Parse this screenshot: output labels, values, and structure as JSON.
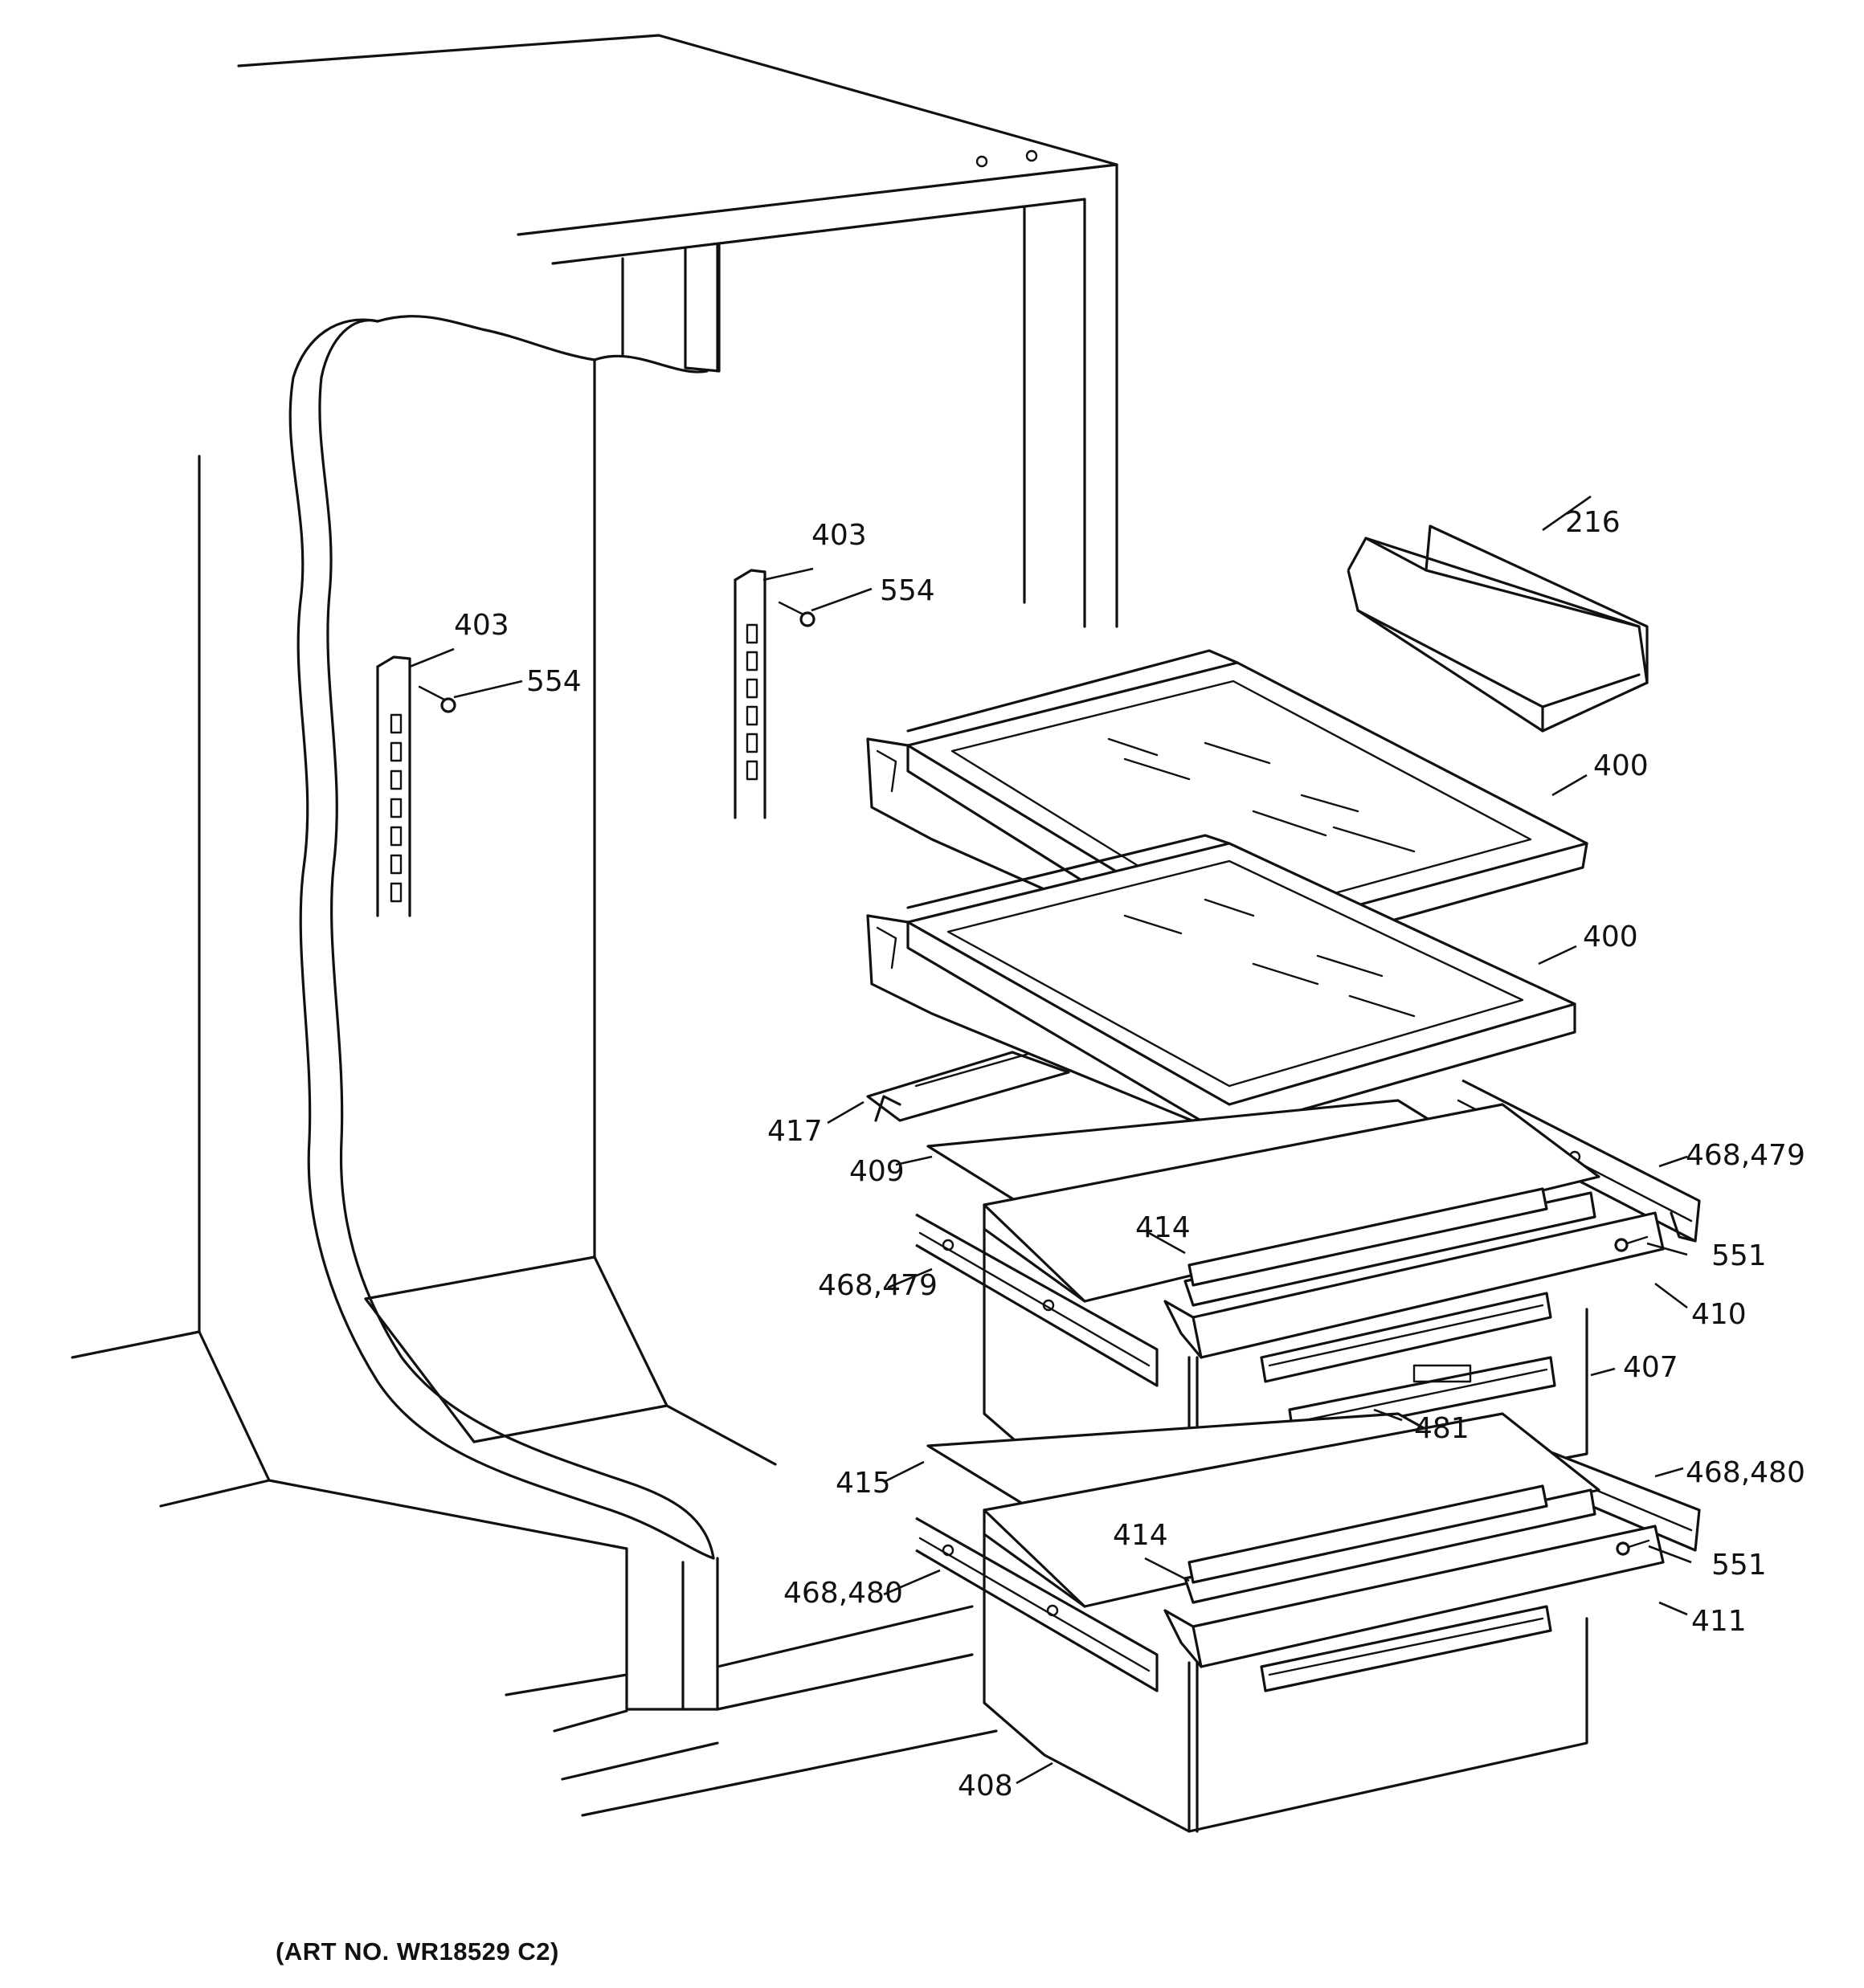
{
  "diagram": {
    "art_number": "(ART NO. WR18529 C2)",
    "callouts": {
      "c216": "216",
      "c400a": "400",
      "c400b": "400",
      "c403a": "403",
      "c403b": "403",
      "c554a": "554",
      "c554b": "554",
      "c417": "417",
      "c409": "409",
      "c468_479a": "468,479",
      "c468_479b": "468,479",
      "c414a": "414",
      "c551a": "551",
      "c410": "410",
      "c407": "407",
      "c481": "481",
      "c415": "415",
      "c468_480a": "468,480",
      "c468_480b": "468,480",
      "c414b": "414",
      "c551b": "551",
      "c411": "411",
      "c408": "408"
    }
  }
}
